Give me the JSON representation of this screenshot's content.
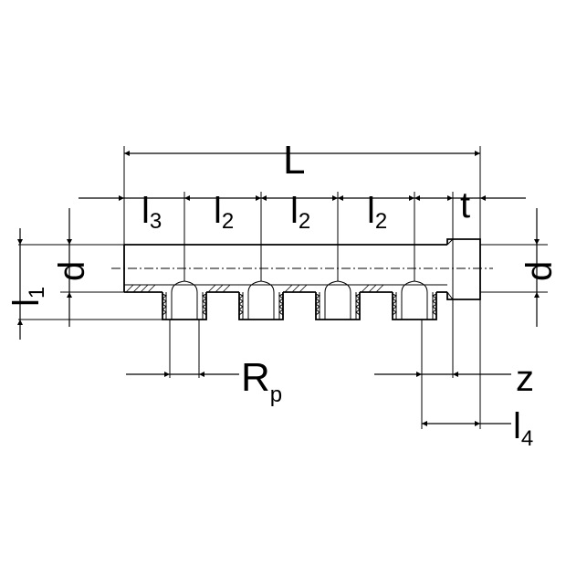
{
  "labels": {
    "overall_length": "L",
    "l3_main": "l",
    "l3_sub": "3",
    "l2_main": "l",
    "l2_sub": "2",
    "t": "t",
    "d": "d",
    "l1_main": "l",
    "l1_sub": "1",
    "rp_main": "R",
    "rp_sub": "p",
    "z": "z",
    "l4_main": "l",
    "l4_sub": "4"
  },
  "outlet_count": 4
}
